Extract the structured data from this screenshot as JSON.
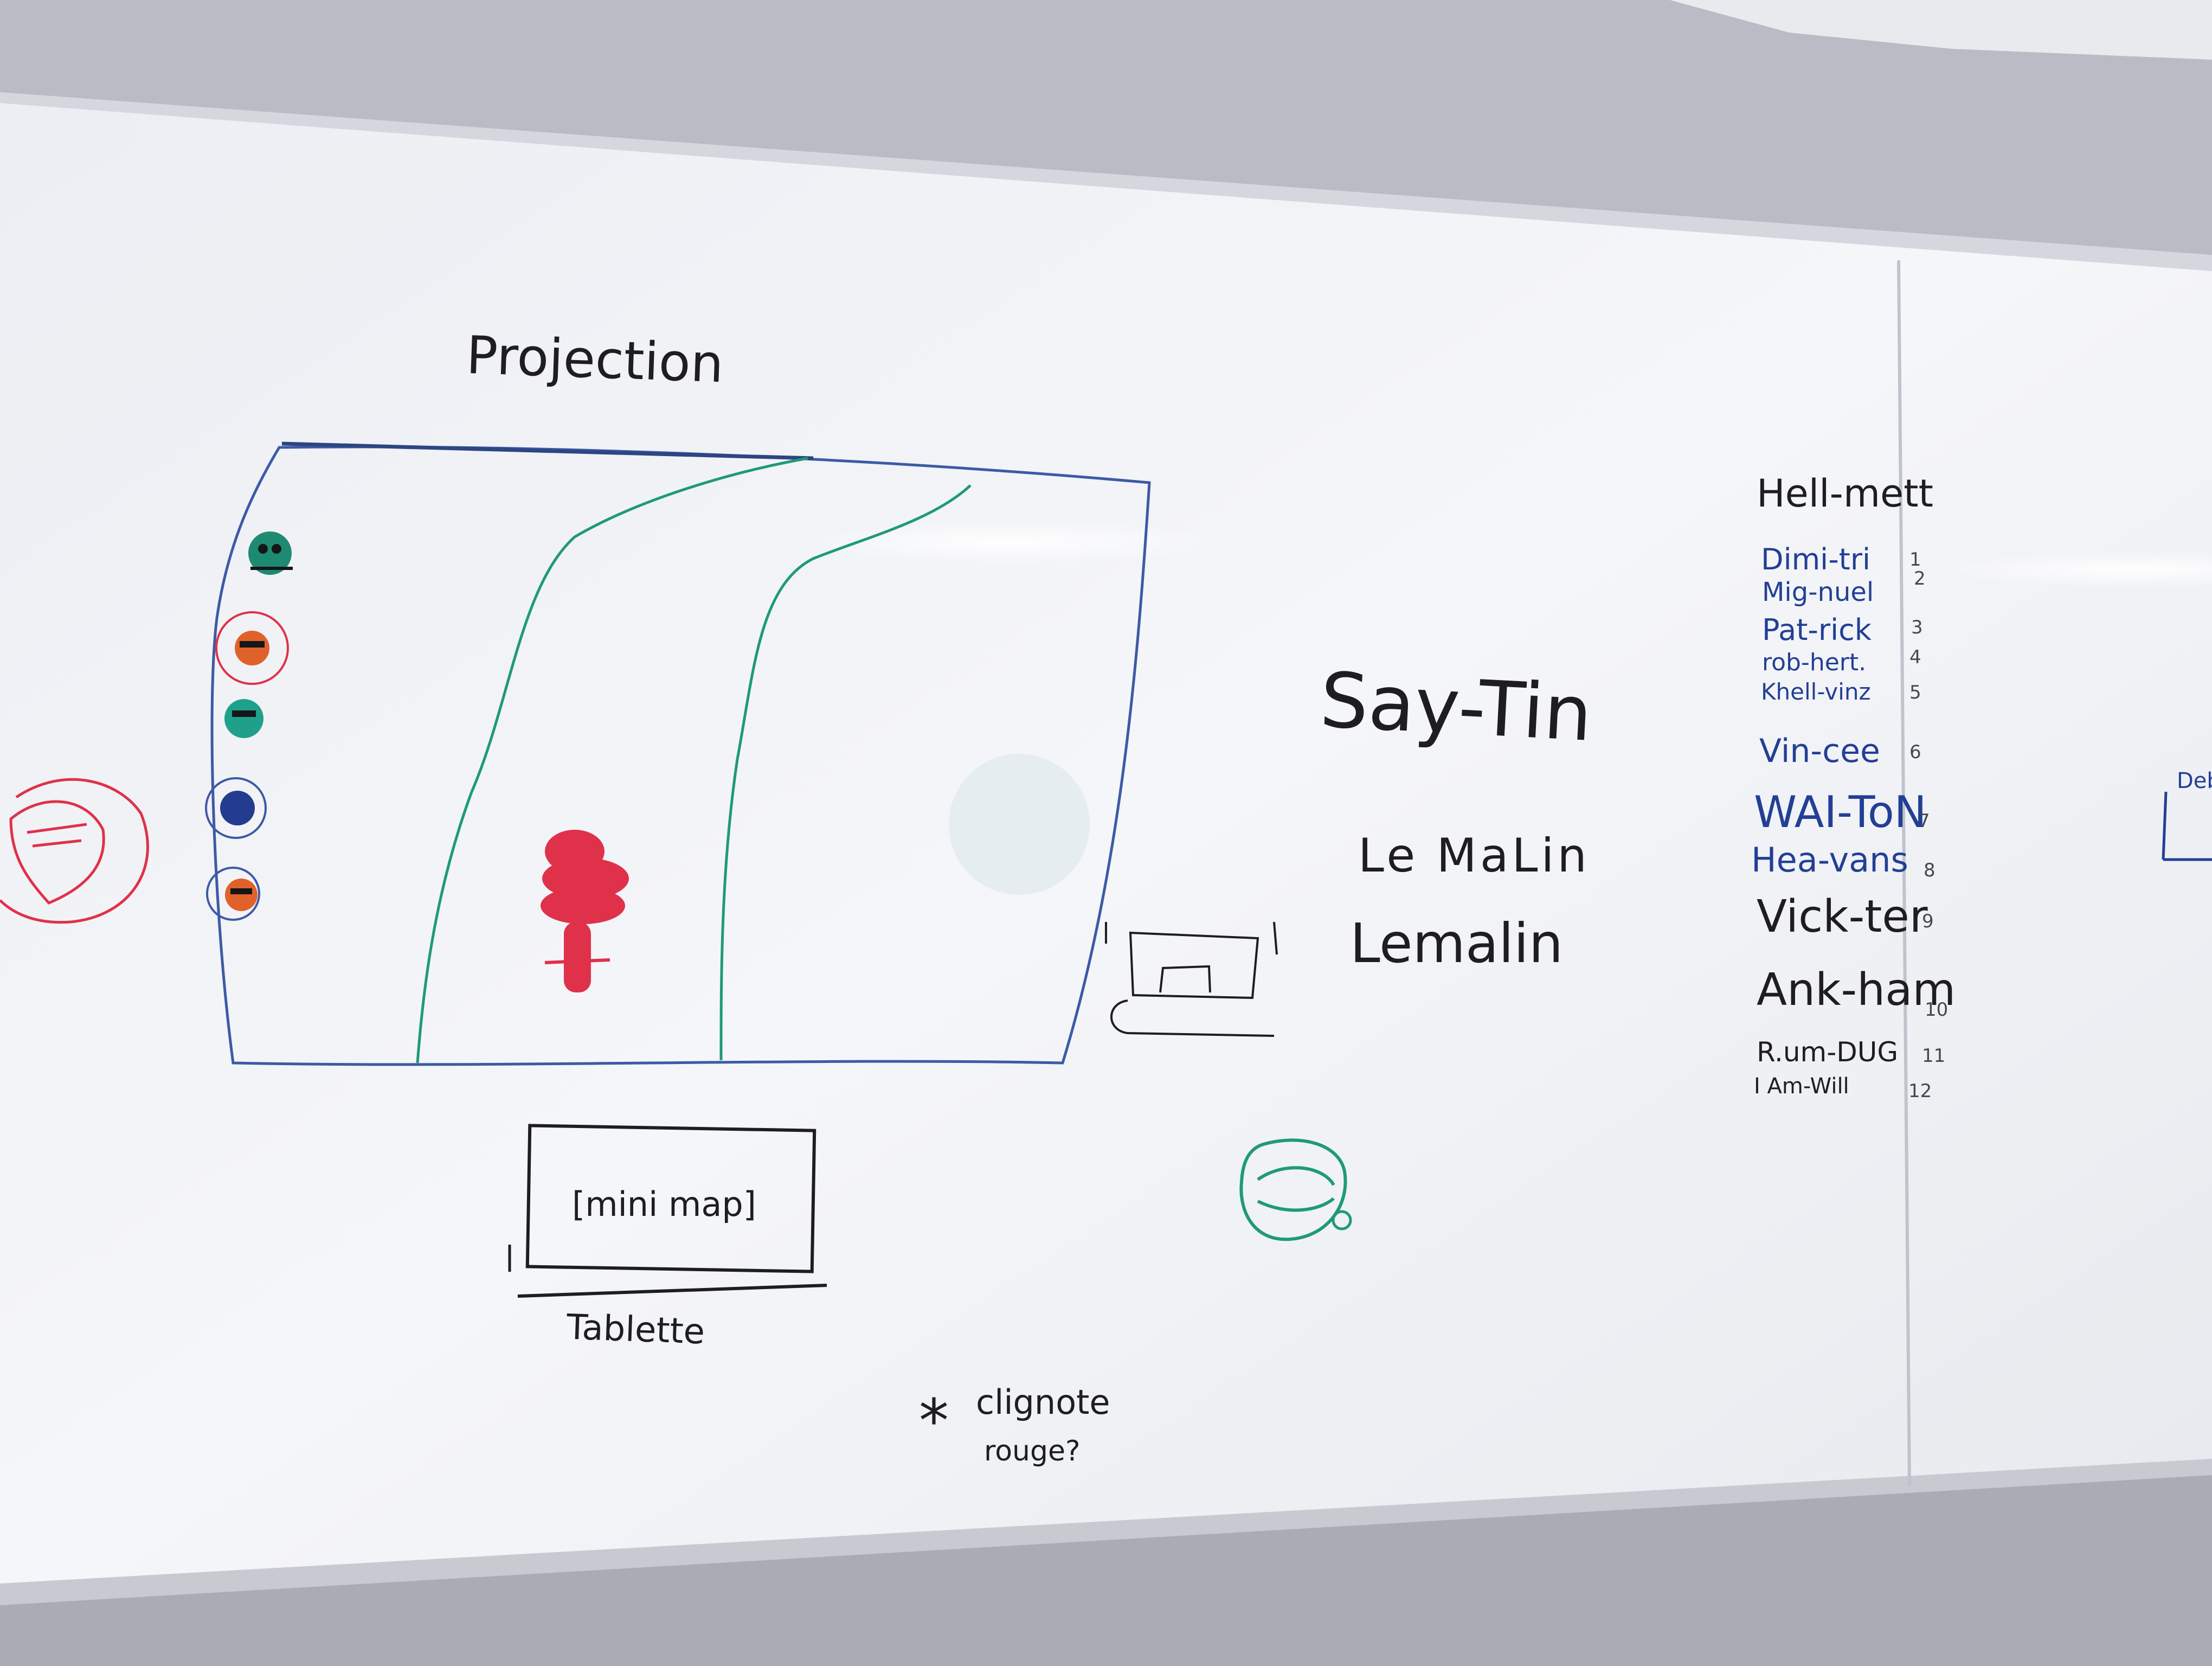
{
  "board": {
    "colors": {
      "wall": "#b9bcc4",
      "surface": "#f2f3f7",
      "ink_black": "#1d1d22",
      "ink_blue": "#233f95",
      "ink_green": "#1f9a78",
      "ink_red": "#e0314a",
      "ink_orange": "#e0622a"
    },
    "projection_label": "Projection",
    "minimap_label": "[mini map]",
    "tablette_label": "Tablette",
    "note_star": "*",
    "note_line1": "clignote",
    "note_line2": "rouge?",
    "say_tin": "Say-Tin",
    "le_malin": "Le MaLin",
    "lemalin": "Lemalin",
    "partial_label": "Deb"
  },
  "names_list": {
    "title": "Hell-mett",
    "items": [
      {
        "name": "Dimi-tri",
        "num": "1"
      },
      {
        "name": "Mig-nuel",
        "num": "2"
      },
      {
        "name": "Pat-rick",
        "num": "3"
      },
      {
        "name": "rob-hert.",
        "num": "4"
      },
      {
        "name": "Khell-vinz",
        "num": "5"
      },
      {
        "name": "Vin-cee",
        "num": "6"
      },
      {
        "name": "WAI-ToN",
        "num": "7"
      },
      {
        "name": "Hea-vans",
        "num": "8"
      },
      {
        "name": "Vick-ter",
        "num": "9"
      },
      {
        "name": "Ank-ham",
        "num": "10"
      },
      {
        "name": "R.um-DUG",
        "num": "11"
      },
      {
        "name": "I Am-Will",
        "num": "12"
      }
    ]
  }
}
